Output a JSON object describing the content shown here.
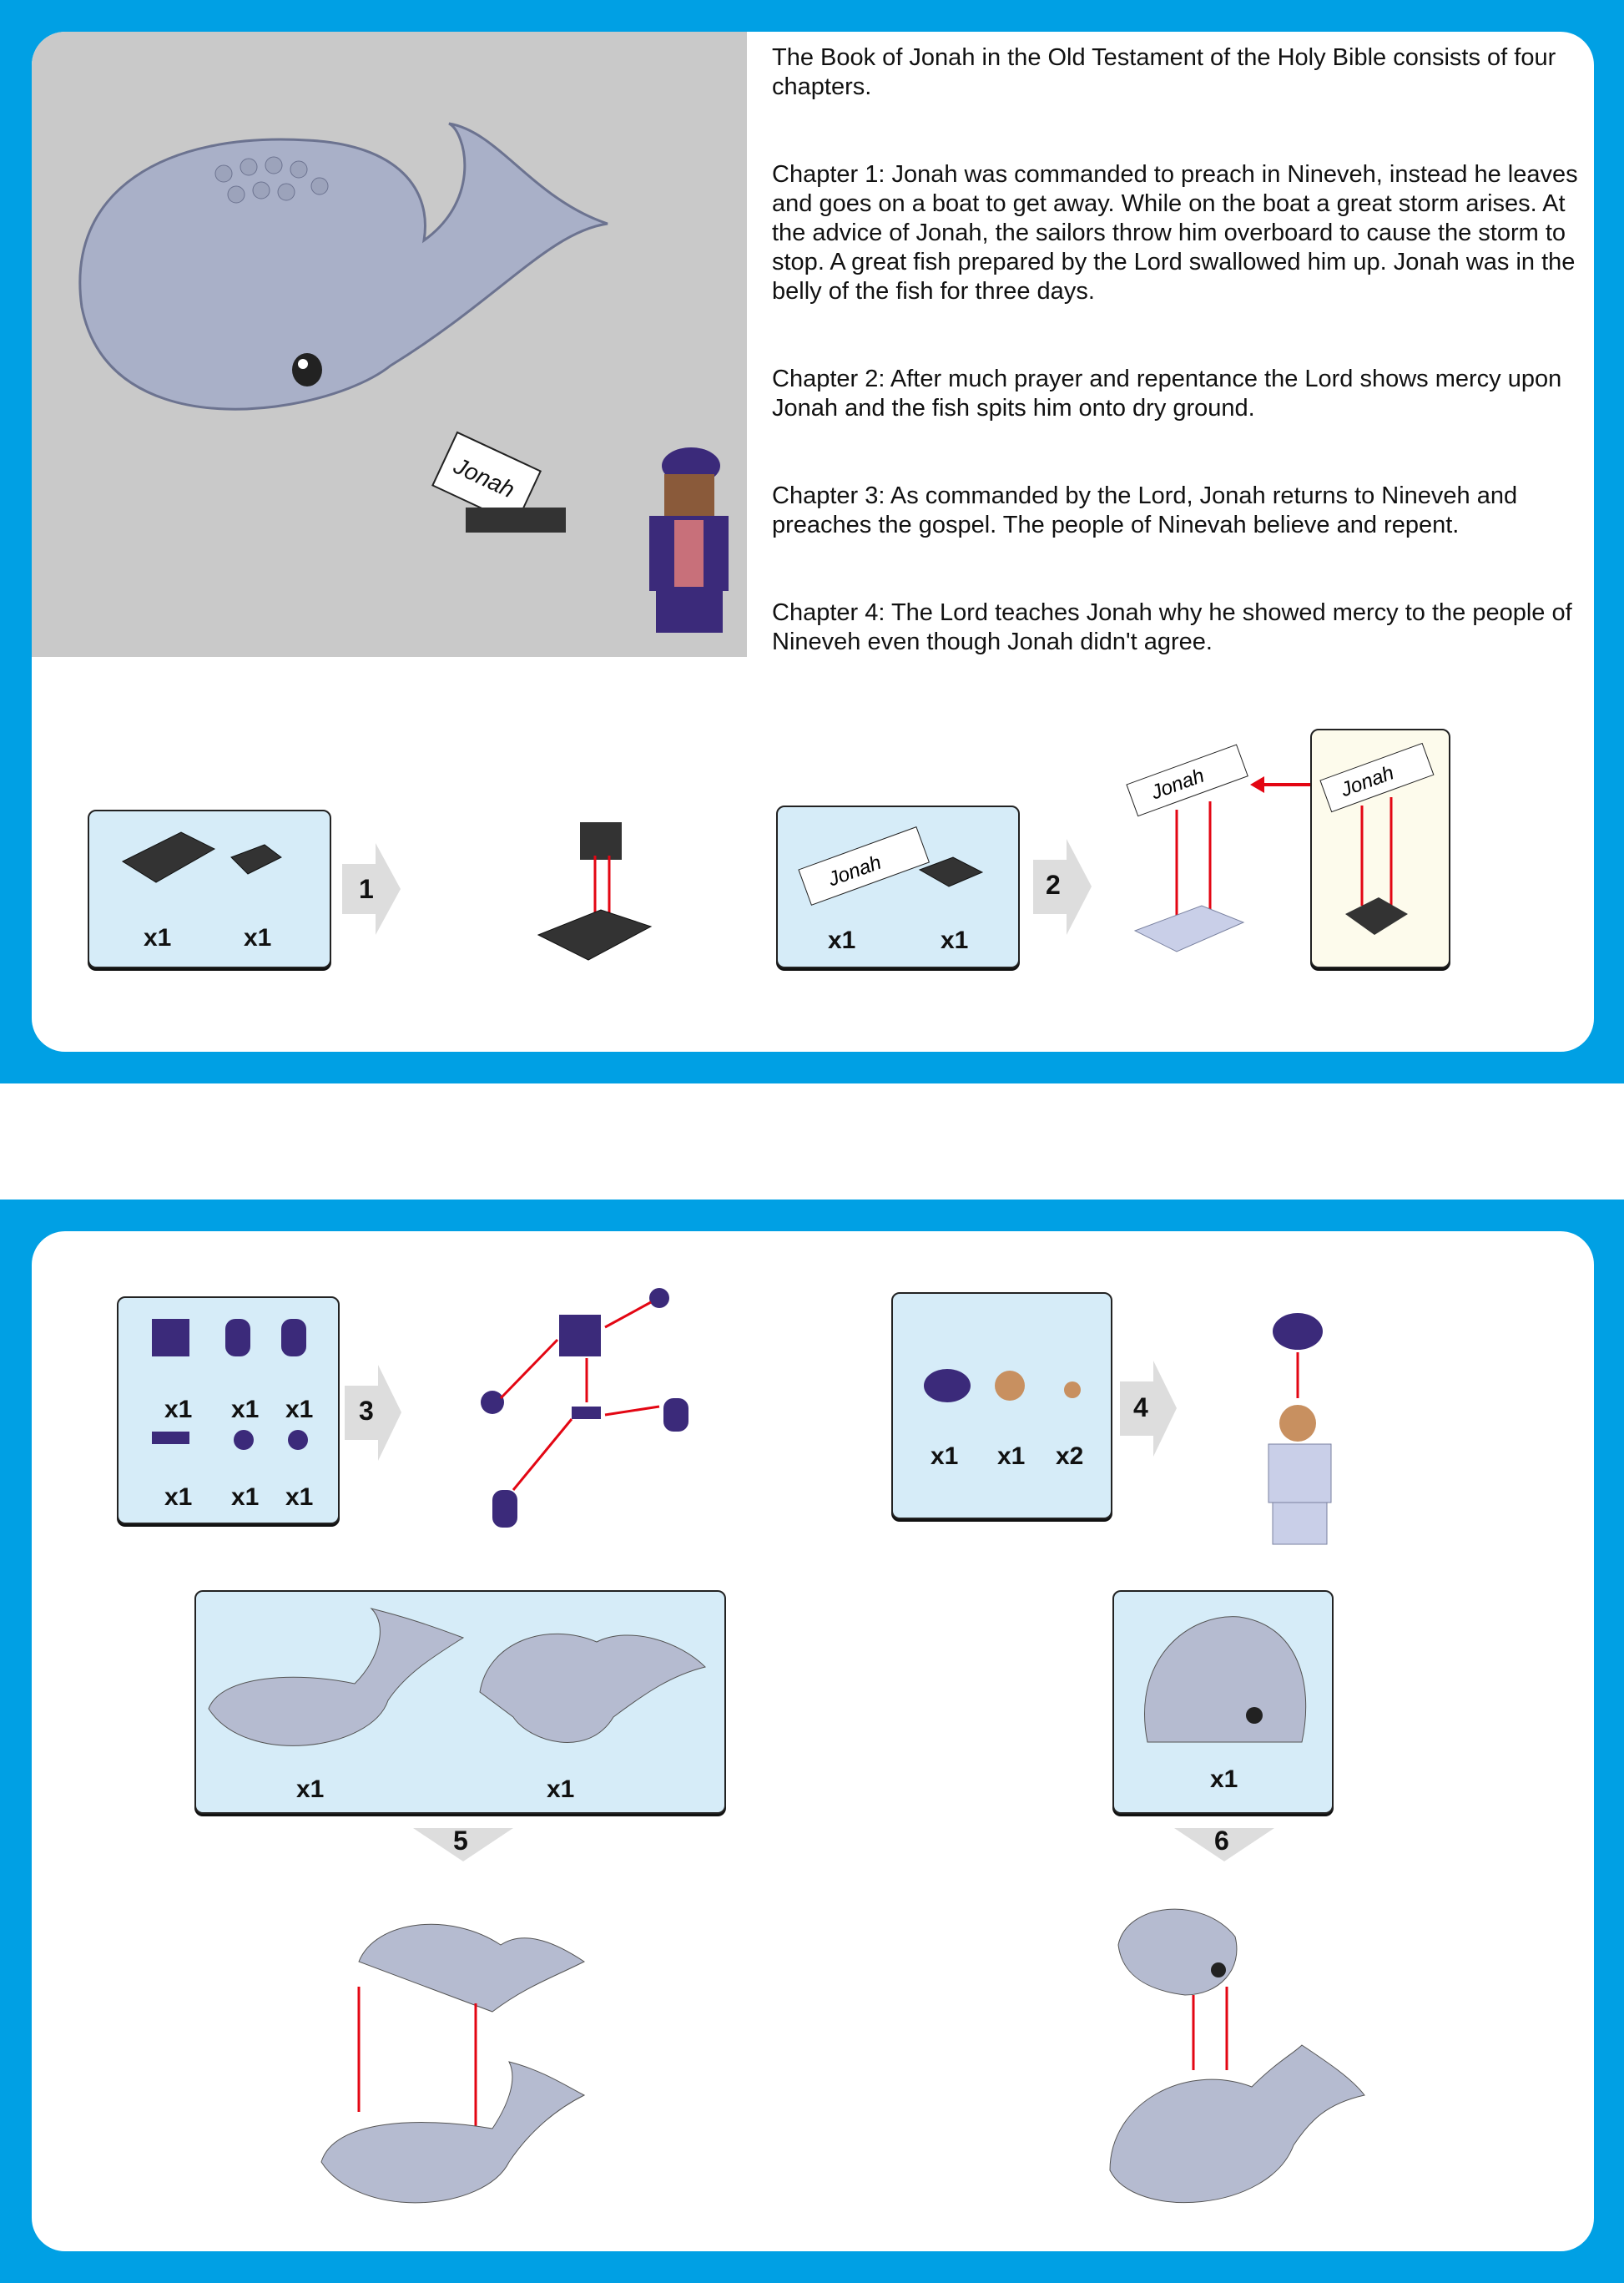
{
  "story": {
    "intro": "The Book of Jonah in the Old Testament of the Holy Bible consists of four chapters.",
    "chapters": [
      "Chapter 1: Jonah was commanded to preach in Nineveh, instead he leaves and goes on a boat to get away. While on the boat a great storm arises. At the advice of Jonah, the sailors throw him overboard to cause the storm to stop. A great fish prepared by the Lord swallowed him up. Jonah was in the belly of the fish for three days.",
      "Chapter 2: After much prayer and repentance the Lord shows mercy upon Jonah and the fish spits him onto dry ground.",
      "Chapter 3: As commanded by the Lord, Jonah returns to Nineveh and preaches the gospel. The people of Ninevah believe and repent.",
      "Chapter 4: The Lord teaches Jonah why he showed mercy to the people of Nineveh even though Jonah didn't agree."
    ]
  },
  "sign_text": "Jonah",
  "steps": {
    "s1": {
      "number": "1",
      "qty": [
        "x1",
        "x1"
      ]
    },
    "s2": {
      "number": "2",
      "qty": [
        "x1",
        "x1"
      ]
    },
    "s3": {
      "number": "3",
      "qty": [
        "x1",
        "x1",
        "x1",
        "x1",
        "x1",
        "x1"
      ]
    },
    "s4": {
      "number": "4",
      "qty": [
        "x1",
        "x1",
        "x2"
      ]
    },
    "s5": {
      "number": "5",
      "qty": [
        "x1",
        "x1"
      ]
    },
    "s6": {
      "number": "6",
      "qty": [
        "x1"
      ]
    }
  },
  "colors": {
    "frame": "#00a0e4",
    "parts_box": "#d6ecf8",
    "arrow": "#e30613",
    "whale": "#a9b0c8",
    "brick": "#333333",
    "jonah": "#3b2a7a"
  }
}
